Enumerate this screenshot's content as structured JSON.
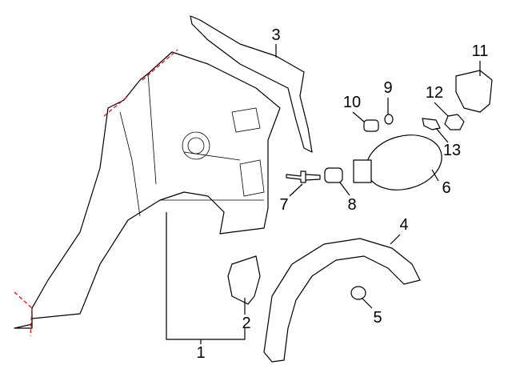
{
  "diagram": {
    "callouts": [
      "1",
      "2",
      "3",
      "4",
      "5",
      "6",
      "7",
      "8",
      "9",
      "10",
      "11",
      "12",
      "13"
    ],
    "colors": {
      "line": "#000000",
      "cut_line": "#e00000",
      "background": "#ffffff"
    }
  }
}
